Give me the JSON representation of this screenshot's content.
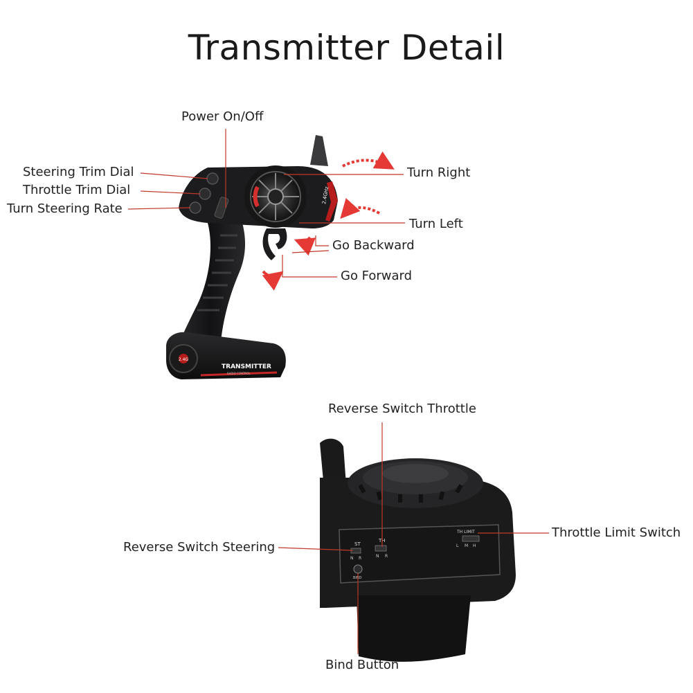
{
  "title": "Transmitter Detail",
  "labels": {
    "power": "Power On/Off",
    "steering_trim": "Steering Trim Dial",
    "throttle_trim": "Throttle Trim Dial",
    "steering_rate": "Turn Steering Rate",
    "turn_right": "Turn Right",
    "turn_left": "Turn Left",
    "go_backward": "Go Backward",
    "go_forward": "Go Forward",
    "reverse_throttle": "Reverse Switch Throttle",
    "reverse_steering": "Reverse Switch Steering",
    "throttle_limit": "Throttle Limit Switch",
    "bind_button": "Bind Button"
  },
  "device_text": {
    "brand": "TRANSMITTER",
    "subtitle": "RADIO CONTROL",
    "band": "2.4GHz",
    "badge": "2.4G",
    "st": "ST",
    "th": "TH",
    "n1": "N",
    "r1": "R",
    "n2": "N",
    "r2": "R",
    "th_limit": "TH LIMIT",
    "l": "L",
    "m": "M",
    "h": "H",
    "bind": "BIND"
  },
  "colors": {
    "callout": "#c0392b",
    "arrow": "#e53935",
    "body": "#1c1c1e",
    "text": "#222222"
  }
}
